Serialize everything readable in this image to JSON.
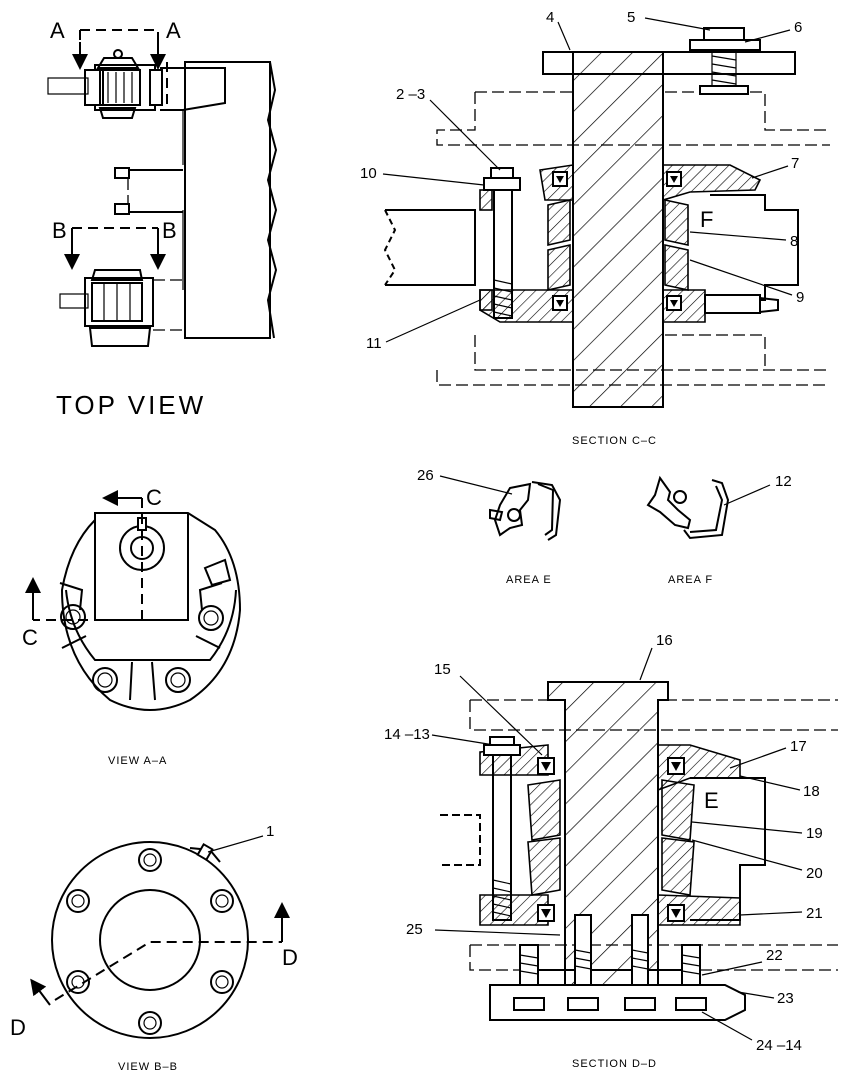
{
  "views": {
    "top_view": "TOP VIEW",
    "view_aa": "VIEW A–A",
    "view_bb": "VIEW B–B",
    "section_cc": "SECTION C–C",
    "section_dd": "SECTION D–D",
    "area_e": "AREA E",
    "area_f": "AREA F"
  },
  "section_markers": {
    "a_left": "A",
    "a_right": "A",
    "b_left": "B",
    "b_right": "B",
    "c_top": "C",
    "c_left": "C",
    "d_right": "D",
    "d_left": "D",
    "e": "E",
    "f": "F"
  },
  "callouts": {
    "c1": "1",
    "c2_3": "2 –3",
    "c4": "4",
    "c5": "5",
    "c6": "6",
    "c7": "7",
    "c8": "8",
    "c9": "9",
    "c10": "10",
    "c11": "11",
    "c12": "12",
    "c13_14": "14 –13",
    "c15": "15",
    "c16": "16",
    "c17": "17",
    "c18": "18",
    "c19": "19",
    "c20": "20",
    "c21": "21",
    "c22": "22",
    "c23": "23",
    "c24_14": "24 –14",
    "c25": "25",
    "c26": "26"
  },
  "colors": {
    "ink": "#000000",
    "paper": "#ffffff"
  }
}
